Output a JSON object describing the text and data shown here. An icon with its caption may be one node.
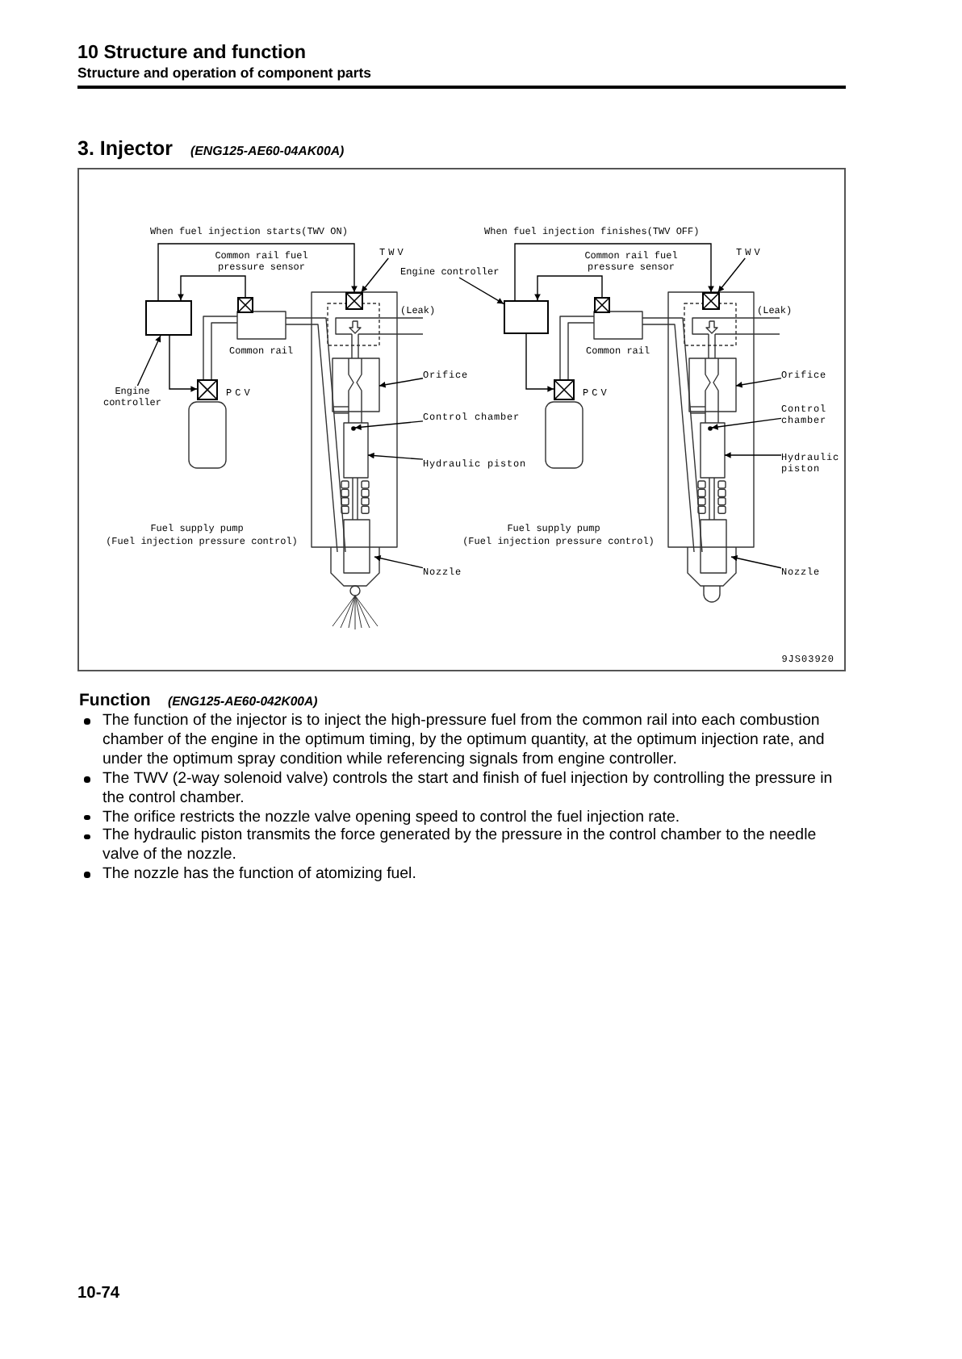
{
  "diagram": {
    "title": "3. Injector",
    "nodes": [
      {
        "text": [],
        "shape": "box",
        "beside": [
          "Common rail fuel pressure sensor"
        ]
      },
      {
        "text": [
          "TWV"
        ]
      },
      {
        "text": [],
        "shape": "box"
      },
      {
        "text": [],
        "shape": "box"
      },
      {
        "text": [],
        "shape": "box",
        "beside": [
          "PCV"
        ]
      },
      {
        "text": [
          "Engine controller"
        ]
      },
      {
        "text": [
          "Orifice"
        ]
      },
      {
        "text": [
          "Control chamber"
        ]
      },
      {
        "text": [
          "Hydraulic piston"
        ]
      },
      {
        "text": [
          "Nozzle"
        ]
      },
      {
        "text": [
          "Engine controller"
        ]
      },
      {
        "text": [],
        "shape": "box",
        "beside": [
          "Common rail fuel pressure sensor"
        ]
      },
      {
        "text": [
          "TWV"
        ]
      },
      {
        "text": [],
        "shape": "box"
      },
      {
        "text": [],
        "shape": "box"
      },
      {
        "text": [],
        "shape": "box",
        "beside": [
          "PCV"
        ]
      },
      {
        "text": [
          "Orifice"
        ]
      },
      {
        "text": [
          "Control chamber"
        ]
      },
      {
        "text": [
          "Hydraulic piston"
        ]
      },
      {
        "text": [
          "Nozzle"
        ]
      }
    ],
    "edges": [
      {
        "from": 5,
        "to": 3,
        "arrow": "to"
      },
      {
        "from": 0,
        "to": 3,
        "arrow": "to"
      },
      {
        "from": 3,
        "to": 2,
        "arrow": "to"
      },
      {
        "from": 3,
        "to": 4,
        "arrow": "to"
      },
      {
        "from": 1,
        "to": 2,
        "arrow": "to"
      },
      {
        "from": 6,
        "to": null,
        "arrow": "to"
      },
      {
        "from": 7,
        "to": null,
        "arrow": "to"
      },
      {
        "from": 8,
        "to": null,
        "arrow": "to"
      },
      {
        "from": 9,
        "to": null,
        "arrow": "to"
      },
      {
        "from": 10,
        "to": 14,
        "arrow": "to"
      },
      {
        "from": 11,
        "to": 14,
        "arrow": "to"
      },
      {
        "from": 14,
        "to": 13,
        "arrow": "to"
      },
      {
        "from": 14,
        "to": 15,
        "arrow": "to"
      },
      {
        "from": 12,
        "to": 13,
        "arrow": "to"
      },
      {
        "from": 16,
        "to": null,
        "arrow": "to"
      },
      {
        "from": 17,
        "to": null,
        "arrow": "to"
      },
      {
        "from": 18,
        "to": null,
        "arrow": "to"
      },
      {
        "from": 19,
        "to": null,
        "arrow": "to"
      }
    ],
    "labels": [
      "10 Structure and function",
      "Structure and operation of component parts",
      "(ENG125-AE60-04AK00A)",
      "When fuel injection starts(TWV ON)",
      "When fuel injection finishes(TWV OFF)",
      "(Leak)",
      "(Leak)",
      "Common rail",
      "Common rail",
      "Fuel supply pump",
      "(Fuel injection pressure control)",
      "Fuel supply pump",
      "(Fuel injection pressure control)",
      "9JS03920",
      "Function",
      "(ENG125-AE60-042K00A)",
      "The function of the injector is to inject the high-pressure fuel from the common rail into each combustion chamber of the engine in the optimum timing, by the optimum quantity, at the optimum injection rate, and under the optimum spray condition while referencing signals from engine controller.",
      "The TWV (2-way solenoid valve) controls the start and finish of fuel injection by controlling the pressure in the control chamber.",
      "The orifice restricts the nozzle valve opening speed to control the fuel injection rate.",
      "The hydraulic piston transmits the force generated by the pressure in the control chamber to the needle valve of the nozzle.",
      "The nozzle has the function of atomizing fuel.",
      "10-74"
    ]
  }
}
